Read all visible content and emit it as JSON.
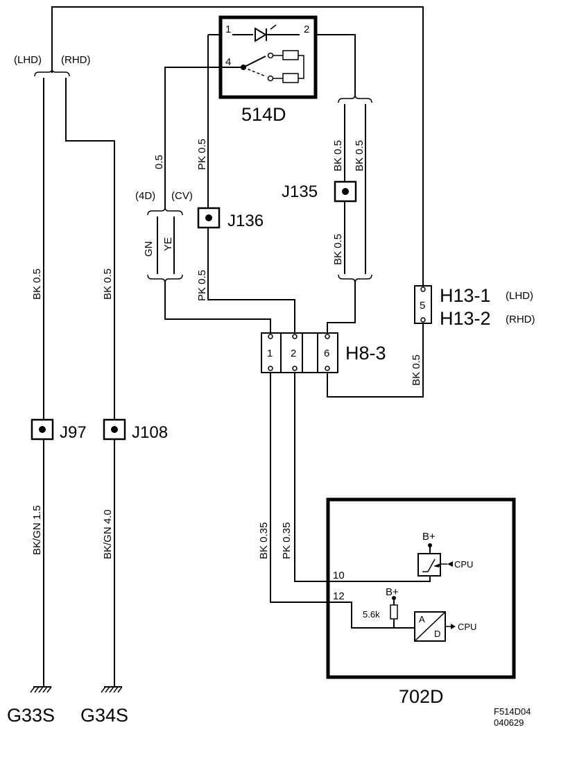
{
  "components": {
    "switch": "514D",
    "module": "702D",
    "connector_h8": "H8-3",
    "connector_h13_1": "H13-1",
    "connector_h13_2": "H13-2",
    "lhd_tag": "(LHD)",
    "rhd_tag": "(RHD)"
  },
  "splices": {
    "j135": "J135",
    "j136": "J136",
    "j97": "J97",
    "j108": "J108"
  },
  "grounds": {
    "g33s": "G33S",
    "g34s": "G34S"
  },
  "variants": {
    "lhd": "(LHD)",
    "rhd": "(RHD)",
    "d4": "(4D)",
    "cv": "(CV)"
  },
  "wires": {
    "bk_05": "BK  0.5",
    "pk_05": "PK  0.5",
    "gn": "GN",
    "ye": "YE",
    "size_05": "0.5",
    "bkgn_15": "BK/GN  1.5",
    "bkgn_40": "BK/GN  4.0",
    "bk_035": "BK  0.35",
    "pk_035": "PK  0.35"
  },
  "pins": {
    "p1": "1",
    "p2": "2",
    "p4": "4",
    "p5": "5",
    "p6": "6",
    "p10": "10",
    "p12": "12"
  },
  "internals": {
    "bplus": "B+",
    "cpu": "CPU",
    "resistor": "5.6k",
    "adc_a": "A",
    "adc_d": "D"
  },
  "footer": {
    "code": "F514D04",
    "date": "040629"
  }
}
